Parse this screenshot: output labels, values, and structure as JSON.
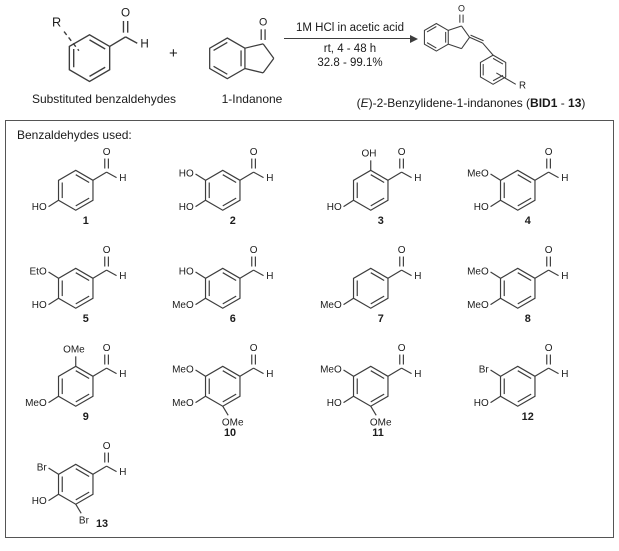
{
  "scheme": {
    "reactant1": {
      "label": "Substituted benzaldehydes",
      "r": "R"
    },
    "plus": "+",
    "reactant2": {
      "label": "1-Indanone"
    },
    "arrow": {
      "top": "1M HCl in acetic acid",
      "mid": "rt, 4 - 48 h",
      "yield": "32.8 - 99.1%"
    },
    "product": {
      "r": "R",
      "label_parts": {
        "pre": "(",
        "e": "E",
        "mid": ")-2-Benzylidene-1-indanones (",
        "b1": "BID1",
        "sep": " - ",
        "b2": "13",
        "post": ")"
      }
    }
  },
  "atoms": {
    "O": "O",
    "H": "H"
  },
  "box": {
    "title": "Benzaldehydes used:"
  },
  "benzaldehydes": [
    {
      "number": "1",
      "para": "HO"
    },
    {
      "number": "2",
      "meta": "HO",
      "para": "HO"
    },
    {
      "number": "3",
      "ortho": "OH",
      "para": "HO"
    },
    {
      "number": "4",
      "meta": "MeO",
      "para": "HO"
    },
    {
      "number": "5",
      "meta": "EtO",
      "para": "HO"
    },
    {
      "number": "6",
      "meta": "HO",
      "para": "MeO"
    },
    {
      "number": "7",
      "para": "MeO"
    },
    {
      "number": "8",
      "meta": "MeO",
      "para": "MeO"
    },
    {
      "number": "9",
      "ortho": "OMe",
      "para": "MeO"
    },
    {
      "number": "10",
      "meta": "MeO",
      "para": "MeO",
      "pos5": "OMe"
    },
    {
      "number": "11",
      "meta": "MeO",
      "para": "HO",
      "pos5": "OMe"
    },
    {
      "number": "12",
      "meta": "Br",
      "para": "HO"
    },
    {
      "number": "13",
      "meta": "Br",
      "para": "HO",
      "pos5": "Br"
    }
  ],
  "colors": {
    "line": "#3d3d3d",
    "text": "#1c1c1c",
    "border": "#555555"
  }
}
